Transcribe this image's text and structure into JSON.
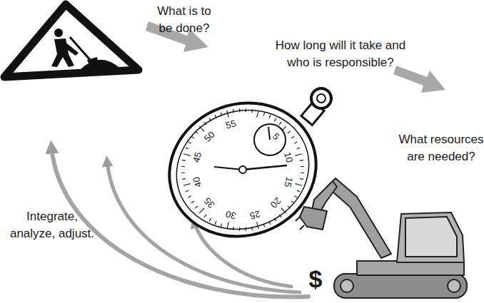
{
  "diagram": {
    "labels": [
      "What is to be done?",
      "How long will it take and who is responsible?",
      "What resources are needed?",
      "Integrate, analyze, adjust.",
      "5",
      "10",
      "15",
      "20",
      "25",
      "30",
      "35",
      "40",
      "45",
      "50",
      "55",
      "$"
    ]
  }
}
